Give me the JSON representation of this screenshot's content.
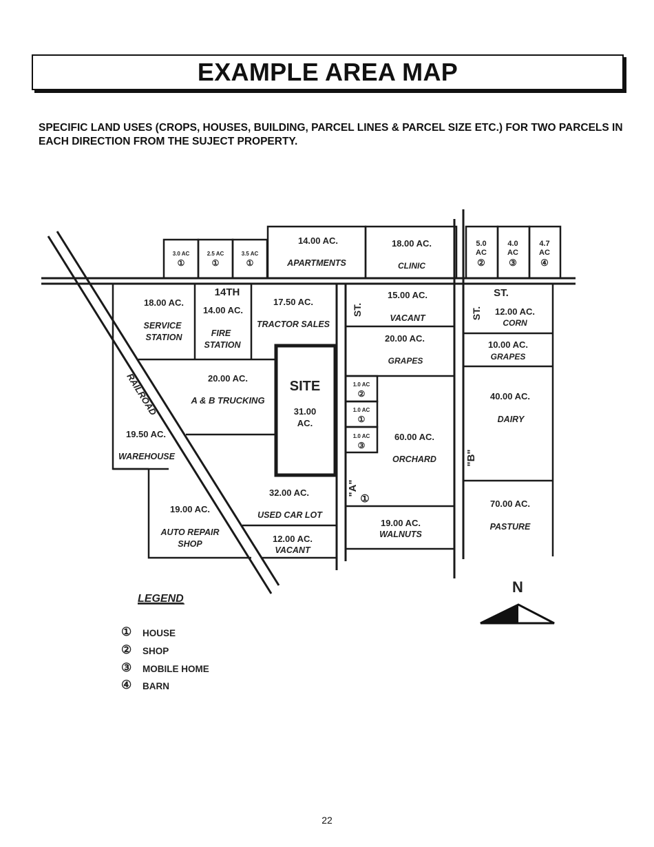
{
  "title": "EXAMPLE AREA MAP",
  "subtitle": "SPECIFIC LAND USES (CROPS, HOUSES, BUILDING, PARCEL LINES & PARCEL SIZE ETC.) FOR TWO PARCELS IN EACH DIRECTION FROM THE SUJECT PROPERTY.",
  "page_number": "22",
  "streets": {
    "fourteenth": "14TH",
    "st_north": "ST.",
    "st_a": "ST.",
    "st_b": "ST.",
    "a_label": "\"A\"",
    "b_label": "\"B\"",
    "railroad": "RAILROAD"
  },
  "parcels": {
    "p_3ac": {
      "size": "3.0 AC",
      "sym": "①"
    },
    "p_25ac": {
      "size": "2.5 AC",
      "sym": "①"
    },
    "p_35ac": {
      "size": "3.5 AC",
      "sym": "①"
    },
    "apartments": {
      "size": "14.00 AC.",
      "use": "APARTMENTS"
    },
    "clinic": {
      "size": "18.00 AC.",
      "use": "CLINIC"
    },
    "p5": {
      "size_a": "5.0",
      "size_b": "AC",
      "sym": "②"
    },
    "p4": {
      "size_a": "4.0",
      "size_b": "AC",
      "sym": "③"
    },
    "p47": {
      "size_a": "4.7",
      "size_b": "AC",
      "sym": "④"
    },
    "service_station": {
      "size": "18.00 AC.",
      "use_a": "SERVICE",
      "use_b": "STATION"
    },
    "fire_station": {
      "size": "14.00 AC.",
      "use_a": "FIRE",
      "use_b": "STATION"
    },
    "tractor_sales": {
      "size": "17.50 AC.",
      "use": "TRACTOR SALES"
    },
    "vacant_east": {
      "size": "15.00 AC.",
      "use": "VACANT"
    },
    "corn": {
      "size": "12.00 AC.",
      "use": "CORN"
    },
    "grapes_1": {
      "size": "20.00 AC.",
      "use": "GRAPES"
    },
    "grapes_2": {
      "size": "10.00 AC.",
      "use": "GRAPES"
    },
    "trucking": {
      "size": "20.00 AC.",
      "use": "A & B TRUCKING"
    },
    "site": {
      "name": "SITE",
      "size_a": "31.00",
      "size_b": "AC."
    },
    "small_1": {
      "size": "1.0 AC",
      "sym": "②"
    },
    "small_2": {
      "size": "1.0 AC",
      "sym": "①"
    },
    "small_3": {
      "size": "1.0 AC",
      "sym": "③"
    },
    "orchard": {
      "size": "60.00 AC.",
      "use": "ORCHARD"
    },
    "dairy": {
      "size": "40.00 AC.",
      "use": "DAIRY"
    },
    "warehouse": {
      "size": "19.50 AC.",
      "use": "WAREHOUSE"
    },
    "used_car": {
      "size": "32.00 AC.",
      "use": "USED CAR LOT"
    },
    "house_a": {
      "sym": "①"
    },
    "auto_repair": {
      "size": "19.00 AC.",
      "use_a": "AUTO REPAIR",
      "use_b": "SHOP"
    },
    "vacant_south": {
      "size": "12.00 AC.",
      "use": "VACANT"
    },
    "walnuts": {
      "size": "19.00 AC.",
      "use": "WALNUTS"
    },
    "pasture": {
      "size": "70.00 AC.",
      "use": "PASTURE"
    }
  },
  "north_label": "N",
  "legend": {
    "title": "LEGEND",
    "items": [
      {
        "sym": "①",
        "label": "HOUSE"
      },
      {
        "sym": "②",
        "label": "SHOP"
      },
      {
        "sym": "③",
        "label": "MOBILE HOME"
      },
      {
        "sym": "④",
        "label": "BARN"
      }
    ]
  }
}
